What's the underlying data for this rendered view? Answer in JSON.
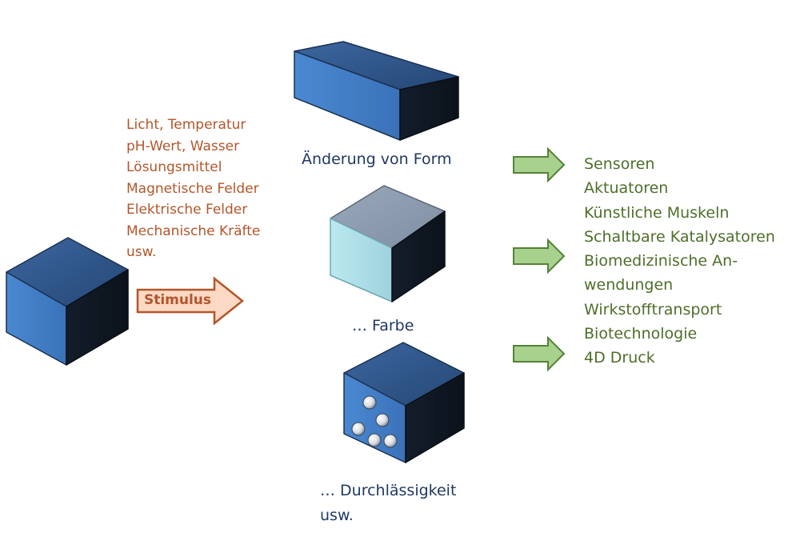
{
  "stimulus_label": "Stimulus",
  "stimuli": [
    "Licht, Temperatur",
    "pH-Wert, Wasser",
    "Lösungsmittel",
    "Magnetische Felder",
    "Elektrische Felder",
    "Mechanische Kräfte",
    "usw."
  ],
  "captions": {
    "form": "Änderung von Form",
    "farbe": "… Farbe",
    "permeability_line1": "… Durchlässigkeit",
    "permeability_line2": "usw."
  },
  "applications": [
    "Sensoren",
    "Aktuatoren",
    "Künstliche Muskeln",
    "Schaltbare Katalysatoren",
    "Biomedizinische An-",
    "wendungen",
    "Wirkstofftransport",
    "Biotechnologie",
    "4D Druck"
  ],
  "colors": {
    "cube_top": "#2f5689",
    "cube_front": "#3f7bc4",
    "cube_side": "#101822",
    "color_cube_top": "#8e9db0",
    "color_cube_front": "#abdde6",
    "stimulus_text": "#b3562a",
    "stimulus_arrow_fill": "#fbd9c5",
    "caption_text": "#1f3864",
    "application_text": "#4e6e2a",
    "green_arrow_fill": "#a9d18e",
    "green_arrow_stroke": "#548235"
  }
}
